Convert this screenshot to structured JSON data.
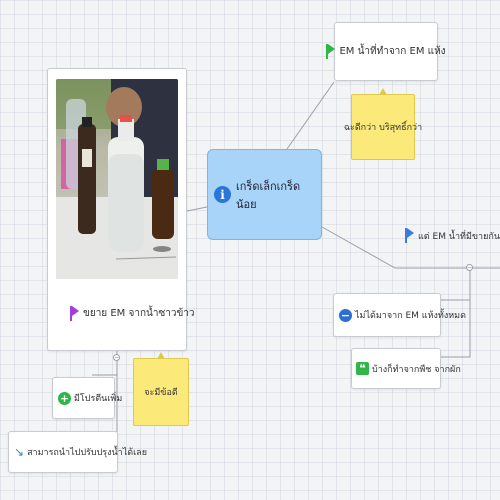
{
  "central": {
    "title": "เกร็ดเล็กเกร็ดน้อย"
  },
  "topics": {
    "top_right": {
      "label": "EM น้ำที่ทำจาก EM แห้ง",
      "note": "ฉะดีกว่า บริสุทธิ์กว่า"
    },
    "right": {
      "label": "แต่ EM น้ำที่มีขายกัน"
    },
    "right_sub1": {
      "label": "ไม่ได้มาจาก EM แห้งทั้งหมด"
    },
    "right_sub2": {
      "label": "บ้างก็ทำจากพืช จากผัก"
    },
    "photo_topic": {
      "label": "ขยาย EM จากน้ำซาวข้าว",
      "note": "จะมีข้อดี"
    },
    "left_sub1": {
      "label": "มีโปรตีนเพิ่ม"
    },
    "left_sub2": {
      "label": "สามารถนำไปปรับปรุงน้ำได้เลย"
    }
  },
  "icons": {
    "central": "info-icon",
    "top_right": "flag-green-icon",
    "right": "flag-blue-icon",
    "photo_topic": "flag-purple-icon",
    "right_sub1": "minus-circle-icon",
    "right_sub2": "quote-icon",
    "left_sub1": "plus-circle-icon",
    "left_sub2": "arrow-down-right-icon"
  },
  "colors": {
    "central_fill": "#a9d4fa",
    "note_fill": "#fbe97a",
    "flag_green": "#2fb548",
    "flag_blue": "#3a7be0",
    "flag_purple": "#a33de0"
  }
}
